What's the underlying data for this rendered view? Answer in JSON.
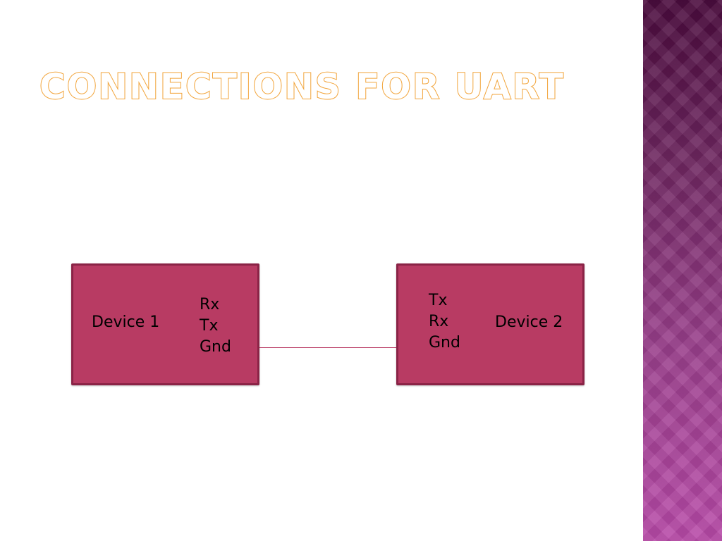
{
  "slide": {
    "title": "Connections for UART"
  },
  "diagram": {
    "device_1": {
      "label": "Device 1",
      "pins": [
        "Rx",
        "Tx",
        "Gnd"
      ]
    },
    "device_2": {
      "label": "Device 2",
      "pins": [
        "Tx",
        "Rx",
        "Gnd"
      ]
    }
  },
  "colors": {
    "title_outline": "#f2a43a",
    "box_fill": "#b83b63",
    "box_border": "#8a2346",
    "side_band_top": "#4a0b3d",
    "side_band_bottom": "#b84aa8"
  }
}
